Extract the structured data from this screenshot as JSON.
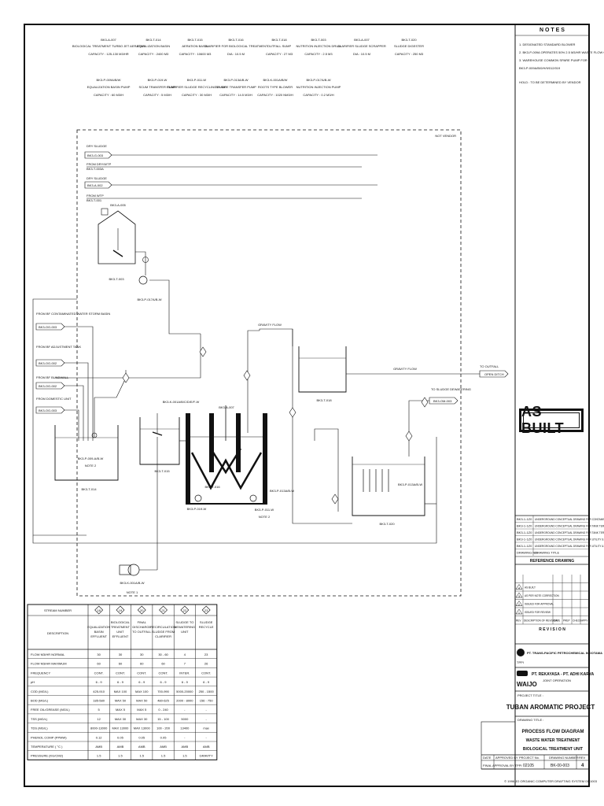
{
  "notes": {
    "title": "N O T E S",
    "items": [
      "1. DESIGNATED STANDARD BLOWER",
      "2. BK3-P-009A OPERATES 50% 2.5 M3/HR WASTE FLOW OR MORE",
      "3. WAREHOUSE COMMON SPARE PUMP FOR",
      "BK3-P-009A/B/0/H/9/012/019",
      "HOLD : TO BE DETERMINED BY VENDOR"
    ]
  },
  "equipment_row1": [
    {
      "tag": "BK3-A-007",
      "name": "BIOLOGICAL TREATMENT TURBO JET AERATOR",
      "spec": "CAPACITY : 125-130 M3/HR"
    },
    {
      "tag": "BK3-T-014",
      "name": "EQUALIZATION BASIN",
      "spec": "CAPACITY : 2400 M3"
    },
    {
      "tag": "BK3-T-015",
      "name": "AERATION BASIN",
      "spec": "CAPACITY : 10600 M3"
    },
    {
      "tag": "BK3-T-016",
      "name": "CLARIFIER FOR BIOLOGICAL TREATMENT",
      "spec": "DIA : 10.5 M"
    },
    {
      "tag": "BK3-T-018",
      "name": "OUTFALL SUMP",
      "spec": "CAPACITY : 27 M3"
    },
    {
      "tag": "BK3-T-003",
      "name": "NUTRITION INJECTION DRUM",
      "spec": "CAPACITY : 2.5 M3"
    },
    {
      "tag": "BK3-A-007",
      "name": "CLARIFIER SLUDGE SCRAPPER",
      "spec": "DIA : 10.5 M"
    },
    {
      "tag": "BK3-T-020",
      "name": "SLUDGE DIGESTER",
      "spec": "CAPACITY : 250 M3"
    }
  ],
  "equipment_row2": [
    {
      "tag": "BK3-P-009A/B/W",
      "name": "EQUALIZATION BASIN PUMP",
      "spec": "CAPACITY : 60 M3/H"
    },
    {
      "tag": "BK3-P-019-W",
      "name": "SCUM TRANSFER PUMP",
      "spec": "CAPACITY : 5 M3/H"
    },
    {
      "tag": "BK3-P-011-W",
      "name": "CLARIFIER SLUDGE RECYCLING PUMP",
      "spec": "CAPACITY : 30 M3/H"
    },
    {
      "tag": "BK3-P-013A/B-W",
      "name": "SLUDGE TRANSFER PUMP",
      "spec": "CAPACITY : 14.5 M3/H"
    },
    {
      "tag": "BK3-K-001A/B/W",
      "name": "ROOTS TYPE BLOWER",
      "spec": "CAPACITY : 1020 NM3/H"
    },
    {
      "tag": "BK3-P-017A/B-W",
      "name": "NUTRITION INJECTION PUMP",
      "spec": "CAPACITY : 0.2 M3/H"
    }
  ],
  "diagram": {
    "boundary_label": "NOT VENDOR",
    "utility_inputs": [
      {
        "label": "DRY SLUDGE",
        "box": "BK3-G-003"
      },
      {
        "label": "FROM DRY/WTP",
        "box": "BK3-T-003A"
      },
      {
        "label": "DRY SLUDGE",
        "box": "BK3-A-002"
      },
      {
        "label": "FROM WTP",
        "box": "BK3-T-001"
      }
    ],
    "sources": [
      {
        "label": "FROM BF CONTAMINATED WATER STORM BASIN",
        "box": "BK3-OG-003"
      },
      {
        "label": "FROM BF ADJUSTMENT TANK",
        "box": "BK3-OG-002"
      },
      {
        "label": "FROM BF BUNDWALL",
        "box": "BK3-OG-002"
      },
      {
        "label": "FROM DOMESTIC UNIT",
        "box": "BK3-OG-003"
      }
    ],
    "outfall_label": "TO OUTFALL",
    "outfall_box": "OPEN DITCH",
    "sludge_dewater_label": "TO SLUDGE DEWATERING",
    "sludge_dewater_box": "BK3-OM-003",
    "gravity_flow": "GRAVITY FLOW",
    "labels": {
      "nutrition_drum": "BK3-A-005",
      "nutrition_tank": "BK3-T-003",
      "nutrition_pump": "BK3-P-017A/B-W",
      "aerator": "BK3-K-001A/B/C/D/E/F-W",
      "aeration_basin": "BK3-T-015",
      "clarifier": "BK3-T-016",
      "scraper": "BK3-A-007",
      "outfall_sump": "BK3-T-018",
      "digester": "BK3-T-020",
      "equalization_pump": "BK3-P-009-A/B-W",
      "equalization_basin": "BK3-T-014",
      "scum_pump": "BK3-P-019-W",
      "sludge_recycle_pump": "BK3-P-011-W",
      "sludge_transfer_pump": "BK3-P-013A/B-W",
      "blower": "BK3-K-001A/B-W",
      "note2": "NOTE 2",
      "note1": "NOTE 1"
    }
  },
  "stream_table": {
    "corner_label": "STREAM NUMBER",
    "desc_label": "DESCRIPTION",
    "streams": [
      "18",
      "19",
      "20",
      "21",
      "22",
      "23"
    ],
    "descriptions": [
      "EQUALIZATION BASIN EFFLUENT",
      "BIOLOGICAL TREATMENT UNIT EFFLUENT",
      "FINAL DISCHARGE TO OUTFALL",
      "RECIRCULATION SLUDGE FROM CLARIFIER",
      "SLUDGE TO DEWATERING UNIT",
      "SLUDGE RECYCLE"
    ],
    "rows": [
      {
        "label": "FLOW M3/HR NORMAL",
        "values": [
          "30",
          "30",
          "30",
          "30 - 60",
          "4",
          "23"
        ]
      },
      {
        "label": "FLOW M3/HR MAXIMUM",
        "values": [
          "60",
          "60",
          "60",
          "60",
          "7",
          "26"
        ]
      },
      {
        "label": "FREQUENCY",
        "values": [
          "CONT.",
          "CONT.",
          "CONT.",
          "CONT.",
          "INTER.",
          "CONT."
        ]
      },
      {
        "label": "pH",
        "values": [
          "6 - 9",
          "6 - 9",
          "6 - 9",
          "6 - 9",
          "6 - 9",
          "6 - 9"
        ]
      },
      {
        "label": "COD (MG/L)",
        "values": [
          "425-910",
          "MAX 100",
          "MAX 100",
          "700-990",
          "5000-20000",
          "250 - 1500"
        ]
      },
      {
        "label": "BOD (MG/L)",
        "values": [
          "185-580",
          "MAX 50",
          "MAX 50",
          "480-625",
          "2000 - 8000",
          "156 - 750"
        ]
      },
      {
        "label": "FREE OIL/GREASE (MG/L)",
        "values": [
          "5",
          "MAX 5",
          "MAX 5",
          "0 - 240",
          "-",
          "-"
        ]
      },
      {
        "label": "TSS (MG/L)",
        "values": [
          "12",
          "MAX 30",
          "MAX 30",
          "15 - 100",
          "5000",
          "-"
        ]
      },
      {
        "label": "TDS (MG/L)",
        "values": [
          "8000-13000",
          "MAX 13000",
          "MAX 13000",
          "100 - 200",
          "13400",
          "max"
        ]
      },
      {
        "label": "PHENOL COMP (PPMW)",
        "values": [
          "0.12",
          "0.05",
          "0.05",
          "0.05",
          "-",
          "-"
        ]
      },
      {
        "label": "TEMPERATURE ( °C )",
        "values": [
          "AMB",
          "AMB",
          "AMB",
          "AMB",
          "AMB",
          "AMB"
        ]
      },
      {
        "label": "PRESSURE (KG/CM2)",
        "values": [
          "1.5",
          "1.5",
          "1.5",
          "1.5",
          "1.5",
          "GRAVITY"
        ]
      }
    ]
  },
  "stamp": "AS BUILT",
  "reference_drawings": {
    "rows": [
      {
        "no": "BK3-1-1Z0",
        "title": "UNDERGROUND CONCEPTUAL DRAWING FOR CONTAMINATED WATER"
      },
      {
        "no": "BK3-1-1Z0",
        "title": "UNDERGROUND CONCEPTUAL DRAWING FOR TANK TERMINAL (2/2)"
      },
      {
        "no": "BK3-1-1Z0",
        "title": "UNDERGROUND CONCEPTUAL DRAWING FOR TANK TERMINAL (1/2)"
      },
      {
        "no": "BK3-1-1Z0",
        "title": "UNDERGROUND CONCEPTUAL DRAWING FOR UTILITY & OFFSITE (2/2)"
      },
      {
        "no": "BK3-1-1Z0",
        "title": "UNDERGROUND CONCEPTUAL DRAWING FOR UTILITY & OFFSITE (1/2)"
      }
    ],
    "col_no": "DRAWING NO.",
    "col_title": "DRAWING TITLE",
    "header": "REFERENCE DRAWING"
  },
  "revisions": {
    "rows": [
      {
        "no": "4",
        "desc": "AS BUILT",
        "date": "",
        "by": "",
        "chk": "",
        "apv": ""
      },
      {
        "no": "3",
        "desc": "AS PER NOTE CORRECTION",
        "date": "",
        "by": "",
        "chk": "",
        "apv": ""
      },
      {
        "no": "2",
        "desc": "ISSUED FOR APPROVAL",
        "date": "",
        "by": "",
        "chk": "",
        "apv": ""
      },
      {
        "no": "1",
        "desc": "ISSUED FOR REVIEW",
        "date": "",
        "by": "",
        "chk": "",
        "apv": ""
      }
    ],
    "cols": [
      "REV",
      "DESCRIPTION OF REVISION",
      "DATE",
      "PREP",
      "CHECK",
      "APPV"
    ],
    "header": "R E V I S I O N"
  },
  "owner": {
    "logo_text": "TPPI",
    "name": "PT. TRANS-PACIFIC PETROCHEMICAL INDOTAMA"
  },
  "contractor": {
    "brand1": "WAIJO",
    "brand2": "PT. REKAYASA - PT. ADHI KARYA",
    "joint": "JOINT OPERATION"
  },
  "project": {
    "label": "PROJECT TITLE :",
    "title": "TUBAN AROMATIC PROJECT"
  },
  "drawing": {
    "label": "DRAWING TITLE :",
    "line1": "PROCESS FLOW DIAGRAM",
    "line2": "WASTE WATER TREATMENT",
    "line3": "BIOLOGICAL TREATMENT UNIT"
  },
  "title_block": {
    "col_date": "DATE",
    "col_approved": "APPROVED BY",
    "col_project_no": "PROJECT No.",
    "col_drawing_no": "DRAWING NUMBER",
    "col_rev": "REV",
    "final_approval": "FINAL APPROVAL BY TPPI",
    "project_no": "02105",
    "drawing_no": "BK-00-003",
    "rev": "4",
    "footer": "© 1996 JO ORGANIC COMPUTER DRAFTING SYSTEM 01-1003"
  }
}
